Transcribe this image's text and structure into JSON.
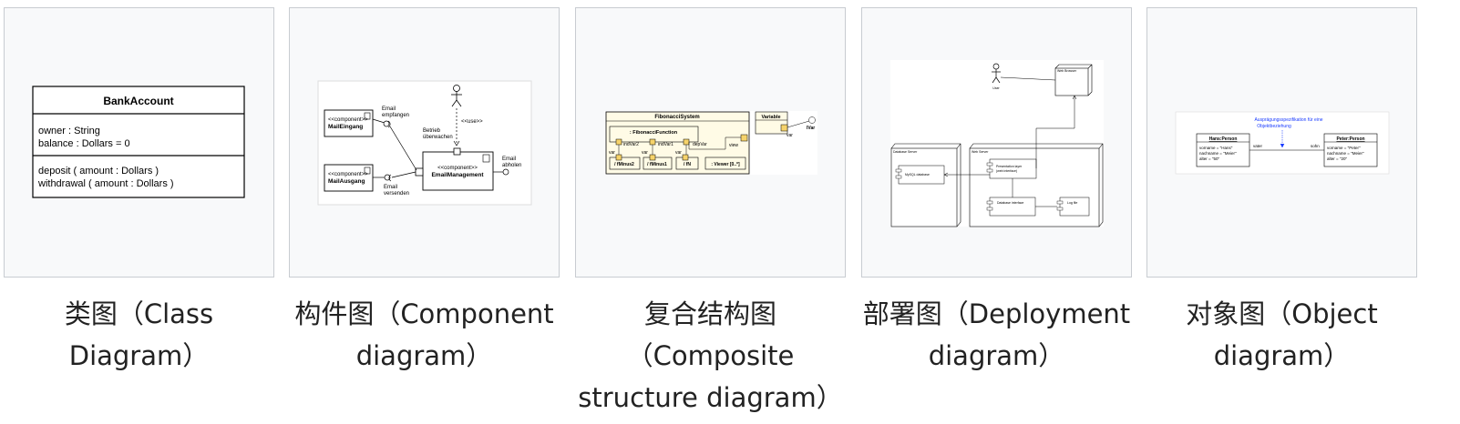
{
  "items": [
    {
      "caption_lines": [
        "类图（Class",
        "Diagram）"
      ],
      "diagram": {
        "class_name": "BankAccount",
        "attributes": [
          "owner : String",
          "balance : Dollars = 0"
        ],
        "operations": [
          "deposit ( amount : Dollars )",
          "withdrawal ( amount : Dollars )"
        ]
      }
    },
    {
      "caption_lines": [
        "构件图（Component",
        "diagram）"
      ],
      "diagram": {
        "stereotype_component": "<<component>>",
        "comp_in": "MailEingang",
        "comp_out": "MailAusgang",
        "comp_main": "EmailManagement",
        "use": "<<use>>",
        "label_receive_1": "Email",
        "label_receive_2": "empfangen",
        "label_send_1": "Email",
        "label_send_2": "versenden",
        "label_monitor_1": "Betrieb",
        "label_monitor_2": "überwachen",
        "label_fetch_1": "Email",
        "label_fetch_2": "abholen"
      }
    },
    {
      "caption_lines": [
        "复合结构图",
        "（Composite",
        "structure diagram）"
      ],
      "diagram": {
        "system": "FibonacciSystem",
        "function": ": FibonacciFunction",
        "indvar2": "indVar2",
        "indvar1": "indVar1",
        "depvar": "depVar",
        "var_a": "var",
        "var_b": "var",
        "var_c": "var",
        "view": "view",
        "nminus2": "/ fMinus2",
        "nminus1": "/ fMinus1",
        "n": "/ fN",
        "viewer": ": Viewer [0..*]",
        "variable": "Variable",
        "var_d": "var",
        "ivar": "IVar"
      }
    },
    {
      "caption_lines": [
        "部署图（Deployment",
        "diagram）"
      ],
      "diagram": {
        "user": "User",
        "web_browser": "Web Browser",
        "db_server": "Database Server",
        "web_server": "Web Server",
        "mysql": "MySQL database",
        "presentation": "Presentation layer",
        "presentation_2": "(web interface)",
        "db_interface": "Database interface",
        "log_file": "Log file"
      }
    },
    {
      "caption_lines": [
        "对象图（Object",
        "diagram）"
      ],
      "diagram": {
        "note_1": "Ausprägungsspezifikation für eine",
        "note_2": "Objektbeziehung",
        "left_title": "Hans:Person",
        "left_attrs": [
          "vorname = \"Hans\"",
          "nachname = \"Meier\"",
          "alter = \"50\""
        ],
        "right_title": "Peter:Person",
        "right_attrs": [
          "vorname = \"Peter\"",
          "nachname = \"Meier\"",
          "alter = \"20\""
        ],
        "role_left": "vater",
        "role_right": "sohn"
      }
    }
  ],
  "colors": {
    "card_bg": "#f8f9fa",
    "card_border": "#c8ccd1",
    "composite_fill": "#fffbe6",
    "port_fill": "#f6d36b",
    "object_note": "#1a3cff"
  }
}
